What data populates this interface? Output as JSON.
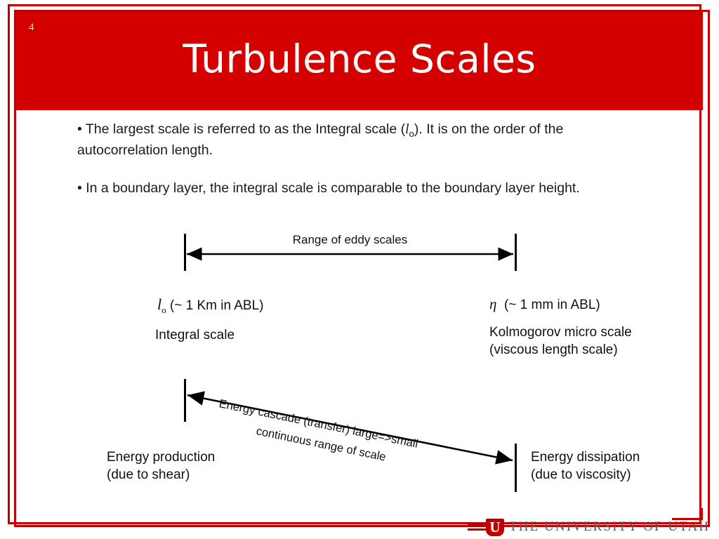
{
  "slide": {
    "number": "4",
    "title": "Turbulence Scales",
    "banner_color": "#d40000",
    "frame_color": "#c00000"
  },
  "bullets": [
    {
      "prefix": "• The largest scale is referred to as the Integral scale (",
      "var": "l",
      "sub": "o",
      "suffix": ").  It is on the order of the autocorrelation length."
    },
    {
      "prefix": "• In a boundary layer, the integral scale is comparable to the boundary layer height.",
      "var": "",
      "sub": "",
      "suffix": ""
    }
  ],
  "diagram": {
    "range_caption": "Range of eddy scales",
    "left_scale": {
      "symbol": "l",
      "subscript": "o",
      "magnitude": "(~ 1 Km in ABL)",
      "name": "Integral scale"
    },
    "right_scale": {
      "symbol": "η",
      "magnitude": "(~ 1 mm in ABL)",
      "name": "Kolmogorov micro scale",
      "name_second": "(viscous length scale)"
    },
    "cascade": {
      "line1": "Energy cascade (transfer) large=>small",
      "line2": "continuous range of scale"
    },
    "left_end": {
      "line1": "Energy production",
      "line2": "(due to shear)"
    },
    "right_end": {
      "line1": "Energy dissipation",
      "line2": "(due to viscosity)"
    }
  },
  "logo": {
    "monogram": "U",
    "text": "THE UNIVERSITY OF UTAH"
  }
}
